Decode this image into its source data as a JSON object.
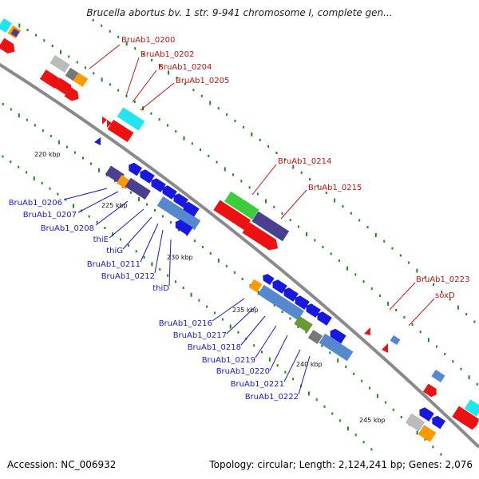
{
  "title": "Brucella abortus bv. 1 str. 9-941 chromosome I, complete gen...",
  "footer": {
    "accession": "Accession: NC_006932",
    "summary": "Topology: circular; Length: 2,124,241 bp; Genes: 2,076"
  },
  "colors": {
    "backbone": "#8a8a8a",
    "forward_label": "#cc1111",
    "reverse_label": "#1a1acc",
    "red": "#ee1111",
    "blue": "#1818e0",
    "cyan": "#22e5f0",
    "steel": "#5588cc",
    "purple": "#4a3f90",
    "green": "#3ccc3c",
    "olive": "#6a9a35",
    "orange": "#ff9900",
    "gray": "#bbbbbb",
    "darkgray": "#777777",
    "tick": "#1a8a1a"
  },
  "scale_labels": {
    "k220": "220 kbp",
    "k225": "225 kbp",
    "k230": "230 kbp",
    "k235": "235 kbp",
    "k240": "240 kbp",
    "k245": "245 kbp"
  },
  "forward_genes": {
    "g0200": "BruAb1_0200",
    "g0202": "BruAb1_0202",
    "g0204": "BruAb1_0204",
    "g0205": "BruAb1_0205",
    "g0214": "BruAb1_0214",
    "g0215": "BruAb1_0215",
    "g0223": "BruAb1_0223",
    "soxD": "soxD"
  },
  "reverse_genes": {
    "g0206": "BruAb1_0206",
    "g0207": "BruAb1_0207",
    "g0208": "BruAb1_0208",
    "thiE": "thiE",
    "thiG": "thiG",
    "g0211": "BruAb1_0211",
    "g0212": "BruAb1_0212",
    "thiD": "thiD",
    "g0216": "BruAb1_0216",
    "g0217": "BruAb1_0217",
    "g0218": "BruAb1_0218",
    "g0219": "BruAb1_0219",
    "g0220": "BruAb1_0220",
    "g0221": "BruAb1_0221",
    "g0222": "BruAb1_0222"
  }
}
